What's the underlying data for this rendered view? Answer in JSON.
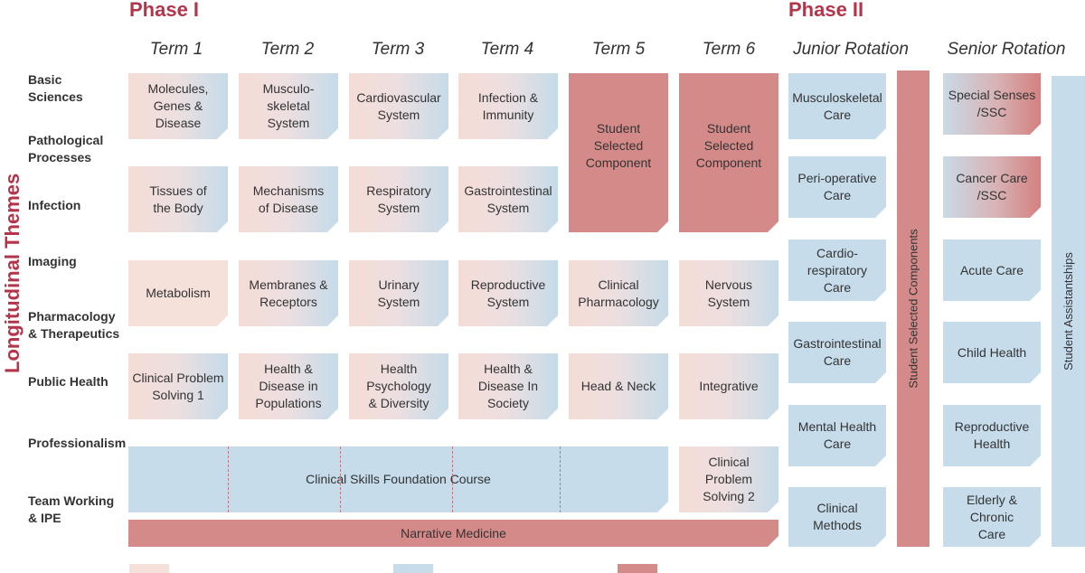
{
  "phases": [
    "Phase I",
    "Phase II"
  ],
  "side_title": "Longitudinal Themes",
  "columns": [
    "Term 1",
    "Term 2",
    "Term 3",
    "Term 4",
    "Term 5",
    "Term 6",
    "Junior Rotation",
    "Senior Rotation"
  ],
  "themes": [
    "Basic Sciences",
    "Pathological Processes",
    "Infection",
    "Imaging",
    "Pharmacology & Therapeutics",
    "Public Health",
    "Professionalism",
    "Team Working & IPE"
  ],
  "blocks": {
    "t1r1": "Molecules, Genes & Disease",
    "t2r1": "Musculo- skeletal System",
    "t3r1": "Cardiovascular System",
    "t4r1": "Infection & Immunity",
    "t5ssc": "Student Selected Component",
    "t6ssc": "Student Selected Component",
    "t1r2": "Tissues of the Body",
    "t2r2": "Mechanisms of Disease",
    "t3r2": "Respiratory System",
    "t4r2": "Gastrointestinal System",
    "t1r3": "Metabolism",
    "t2r3": "Membranes & Receptors",
    "t3r3": "Urinary System",
    "t4r3": "Reproductive System",
    "t5r3": "Clinical Pharmacology",
    "t6r3": "Nervous System",
    "t1r4": "Clinical Problem Solving 1",
    "t2r4": "Health & Disease in Populations",
    "t3r4": "Health Psychology & Diversity",
    "t4r4": "Health & Disease In Society",
    "t5r4": "Head & Neck",
    "t6r4": "Integrative",
    "csfc": "Clinical Skills Foundation Course",
    "t6r5": "Clinical Problem Solving 2",
    "narrative": "Narrative Medicine"
  },
  "junior": [
    "Musculoskeletal Care",
    "Peri-operative Care",
    "Cardio- respiratory Care",
    "Gastrointestinal Care",
    "Mental Health Care",
    "Clinical Methods"
  ],
  "junior_ssc": "Student Selected Components",
  "senior": [
    "Special Senses /SSC",
    "Cancer Care /SSC",
    "Acute Care",
    "Child Health",
    "Reproductive Health",
    "Elderly & Chronic Care"
  ],
  "senior_sa": "Student Assistantships",
  "colors": {
    "accent": "#b4344a",
    "pink": "#f5e0da",
    "blue": "#c6dceb",
    "red": "#d48a88"
  }
}
